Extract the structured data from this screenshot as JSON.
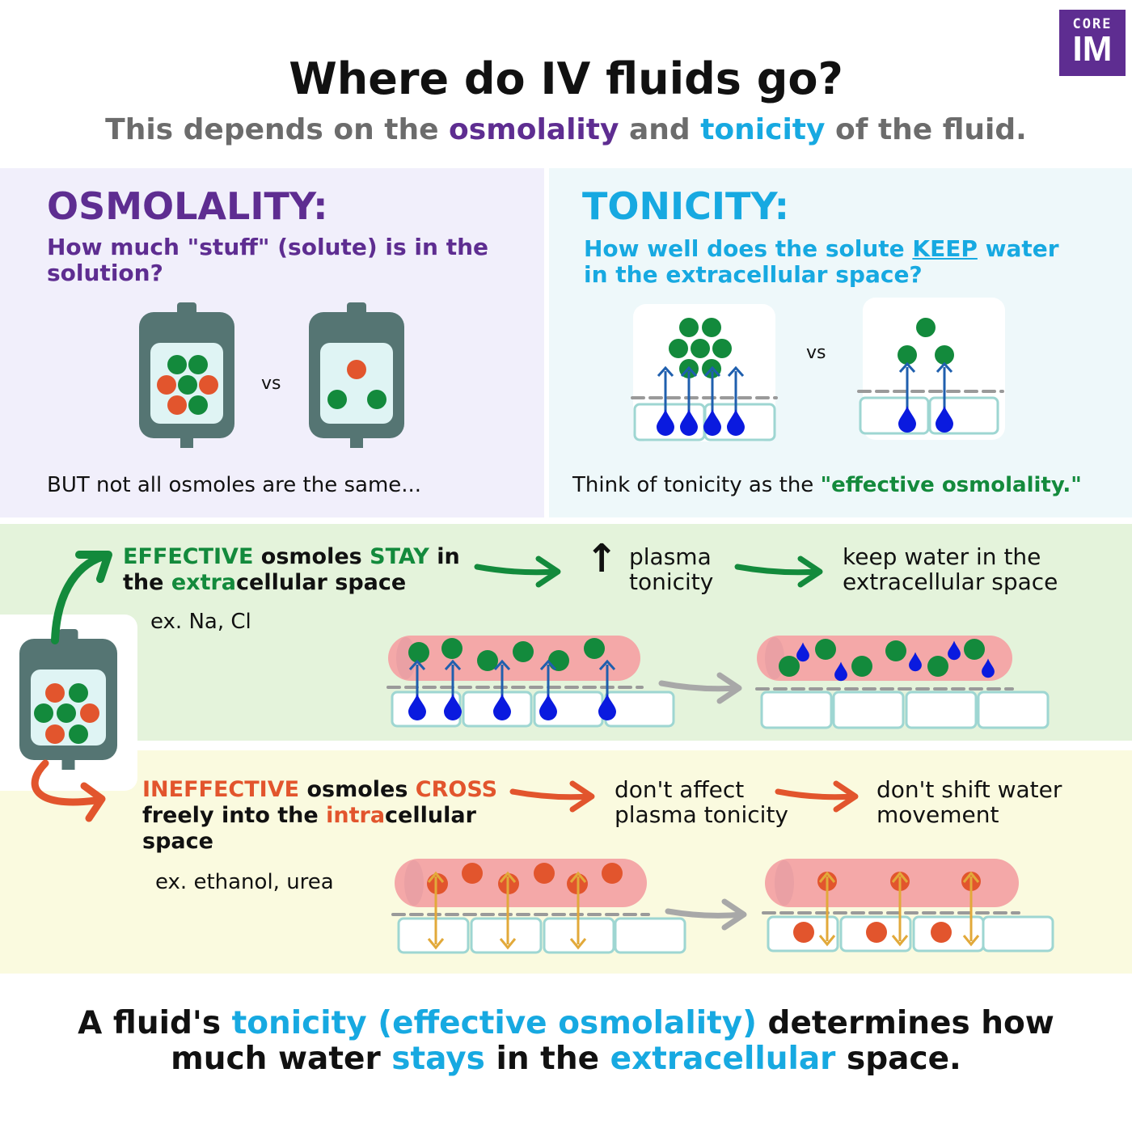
{
  "logo": {
    "top": "CORE",
    "bottom": "IM"
  },
  "header": {
    "title": "Where do IV fluids go?",
    "subtitle_1": "This depends on the ",
    "subtitle_osmo": "osmolality",
    "subtitle_2": " and ",
    "subtitle_tonic": "tonicity",
    "subtitle_3": " of the fluid."
  },
  "osmolality": {
    "heading": "OSMOLALITY:",
    "question_l1": "How much \"stuff\" (solute) is in the",
    "question_l2": "solution?",
    "vs": "vs",
    "note": "BUT not all osmoles are the same..."
  },
  "tonicity": {
    "heading": "TONICITY:",
    "question_l1a": "How well does the solute ",
    "question_keep": "KEEP",
    "question_l1b": " water",
    "question_l2": "in the extracellular space?",
    "vs": "vs",
    "note_1": "Think of tonicity as the ",
    "note_2": "\"effective osmolality.\""
  },
  "effective": {
    "w1": "EFFECTIVE",
    "w2": " osmoles ",
    "w3": "STAY",
    "w4": " in",
    "w5": "the ",
    "w6": "extra",
    "w7": "cellular space",
    "example": "ex. Na, Cl",
    "up_arrow": "↑",
    "step1_l1": "plasma",
    "step1_l2": "tonicity",
    "step2_l1": "keep water in the",
    "step2_l2": "extracellular space"
  },
  "ineffective": {
    "w1": "INEFFECTIVE",
    "w2": " osmoles ",
    "w3": "CROSS",
    "w4": "freely into the ",
    "w5": "intra",
    "w6": "cellular",
    "w7": "space",
    "example": "ex. ethanol, urea",
    "step1_l1": "don't affect",
    "step1_l2": "plasma tonicity",
    "step2_l1": "don't shift water",
    "step2_l2": "movement"
  },
  "conclusion": {
    "l1a": "A fluid's ",
    "l1b": "tonicity (effective osmolality)",
    "l1c": " determines how",
    "l2a": "much water ",
    "l2b": "stays",
    "l2c": " in the ",
    "l2d": "extracellular",
    "l2e": " space."
  },
  "colors": {
    "purple": "#5e2d91",
    "blue": "#17a9e1",
    "green": "#138a3c",
    "red": "#e2552d",
    "bag": "#557573",
    "bag_inner": "#dff4f4",
    "water": "#0a1adf",
    "arrow_gold": "#e2a93a",
    "vessel": "#f4a8a8",
    "panel_osmo": "#f1effb",
    "panel_tonic": "#eef8fa",
    "band_effective": "#e4f3db",
    "band_ineffective": "#fafadf"
  }
}
